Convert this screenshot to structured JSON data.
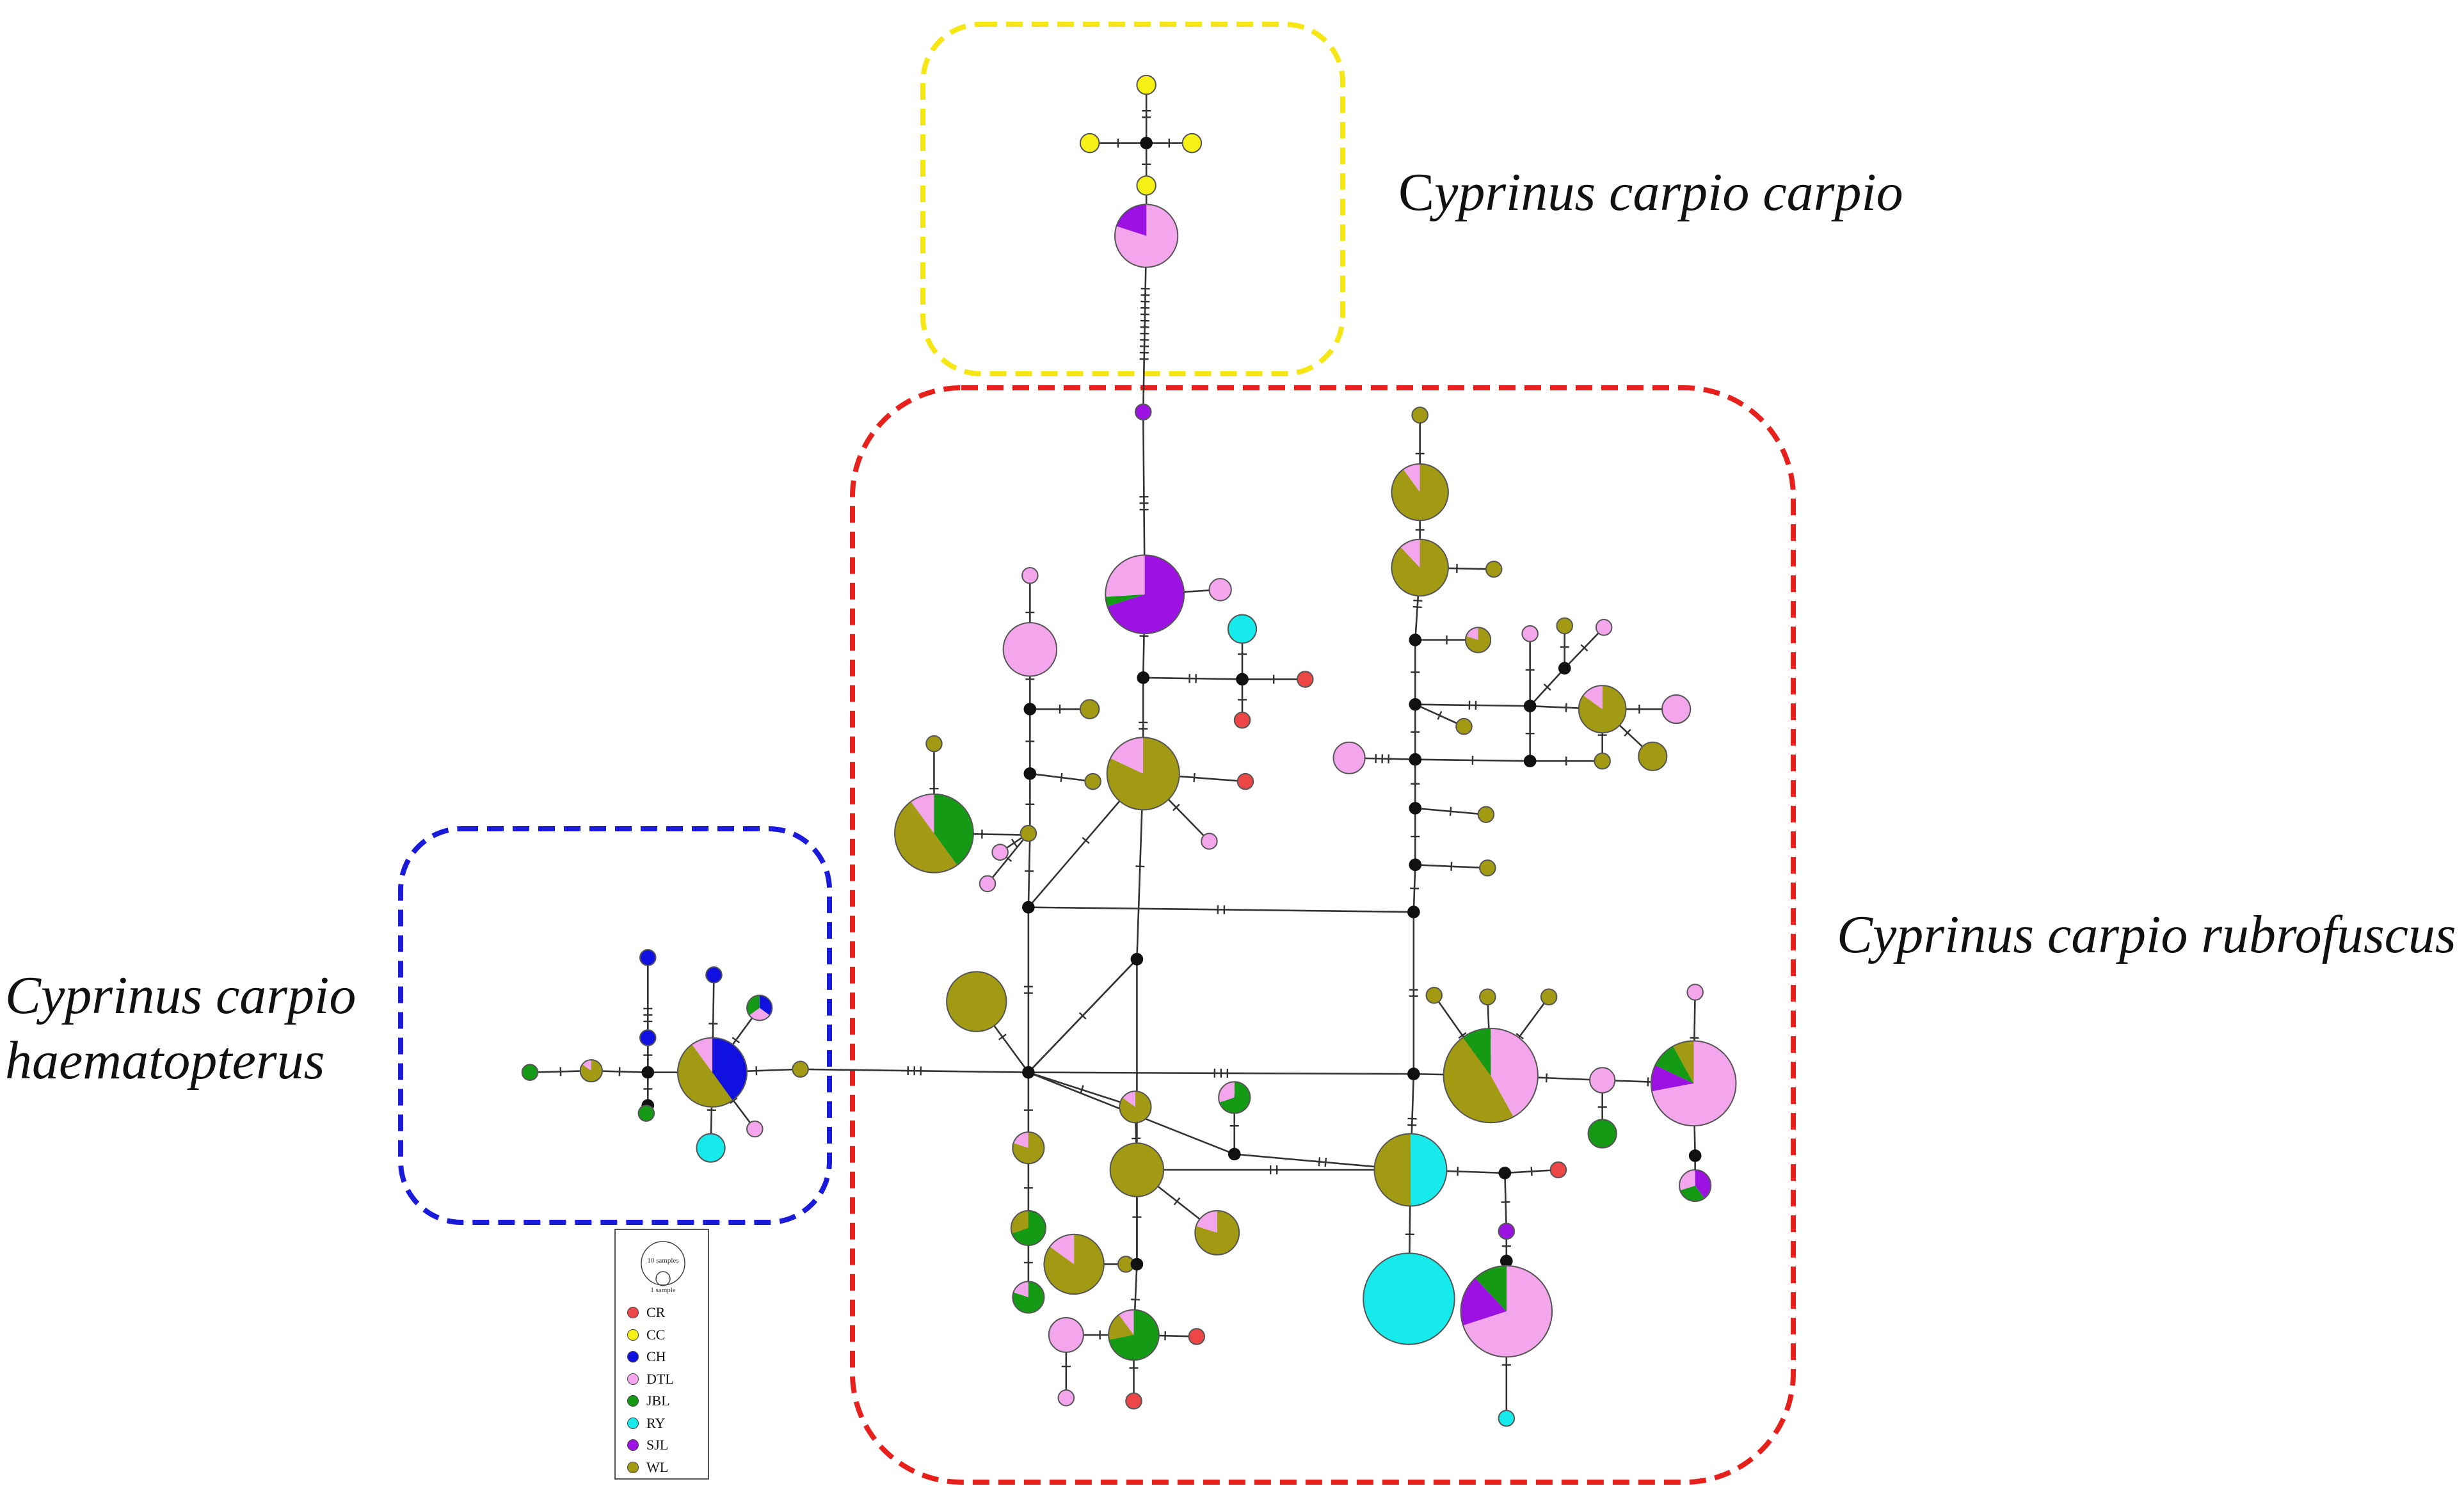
{
  "groups": {
    "carpio": {
      "first_word": "C",
      "rest": "yprinus carpio carpio",
      "box_color": "#f5e614"
    },
    "rubrofuscus": {
      "label": "Cyprinus carpio rubrofuscus",
      "box_color": "#e8201c"
    },
    "haematopterus": {
      "line1": "Cyprinus carpio",
      "line2": "haematopterus",
      "box_color": "#1a1adb"
    }
  },
  "legend": {
    "scale_large": "10 samples",
    "scale_small": "1 sample",
    "entries": [
      {
        "code": "CR",
        "color": "#ec4646"
      },
      {
        "code": "CC",
        "color": "#f7f014"
      },
      {
        "code": "CH",
        "color": "#1010e0"
      },
      {
        "code": "DTL",
        "color": "#f4a6ec"
      },
      {
        "code": "JBL",
        "color": "#159a15"
      },
      {
        "code": "RY",
        "color": "#16eaea"
      },
      {
        "code": "SJL",
        "color": "#9c12e2"
      },
      {
        "code": "WL",
        "color": "#a29a12"
      }
    ]
  },
  "network": {
    "node_border": "#555555",
    "edge_color": "#333333",
    "median_vector_color": "#111111"
  }
}
